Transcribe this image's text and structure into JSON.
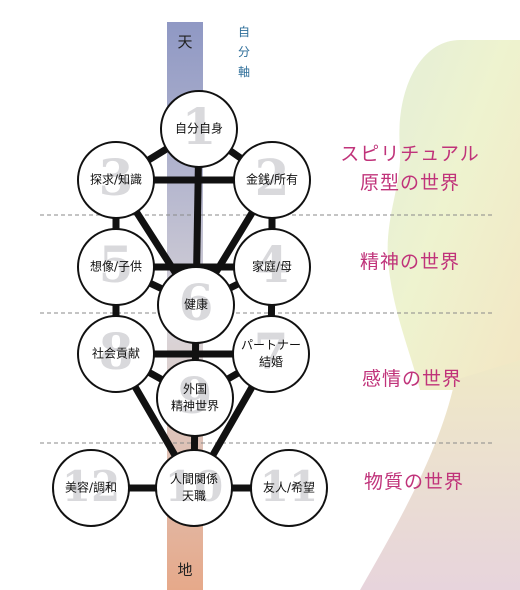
{
  "axis": {
    "top_label": "天",
    "bottom_label": "地",
    "side_label_chars": [
      "自",
      "分",
      "軸"
    ]
  },
  "worlds": [
    {
      "lines": [
        "スピリチュアル",
        "原型の世界"
      ]
    },
    {
      "lines": [
        "精神の世界"
      ]
    },
    {
      "lines": [
        "感情の世界"
      ]
    },
    {
      "lines": [
        "物質の世界"
      ]
    }
  ],
  "nodes": [
    {
      "id": "n1",
      "number": "1",
      "lines": [
        "自分自身"
      ]
    },
    {
      "id": "n2",
      "number": "2",
      "lines": [
        "金銭/所有"
      ]
    },
    {
      "id": "n3",
      "number": "3",
      "lines": [
        "探求/知識"
      ]
    },
    {
      "id": "n4",
      "number": "4",
      "lines": [
        "家庭/母"
      ]
    },
    {
      "id": "n5",
      "number": "5",
      "lines": [
        "想像/子供"
      ]
    },
    {
      "id": "n6",
      "number": "6",
      "lines": [
        "健康"
      ]
    },
    {
      "id": "n7",
      "number": "7",
      "lines": [
        "パートナー",
        "結婚"
      ]
    },
    {
      "id": "n8",
      "number": "8",
      "lines": [
        "社会貢献"
      ]
    },
    {
      "id": "n9",
      "number": "9",
      "lines": [
        "外国",
        "精神世界"
      ]
    },
    {
      "id": "n10",
      "number": "10",
      "lines": [
        "人間関係",
        "天職"
      ]
    },
    {
      "id": "n11",
      "number": "11",
      "lines": [
        "友人/希望"
      ]
    },
    {
      "id": "n12",
      "number": "12",
      "lines": [
        "美容/調和"
      ]
    }
  ],
  "colors": {
    "axis_top": "#8f98c4",
    "axis_bottom": "#e6a98a",
    "node_border": "#111111",
    "connector": "#111111",
    "world_text": "#c0337a",
    "tree_canopy": "#eef3cf",
    "tree_trunk": "#e7d4dc"
  }
}
